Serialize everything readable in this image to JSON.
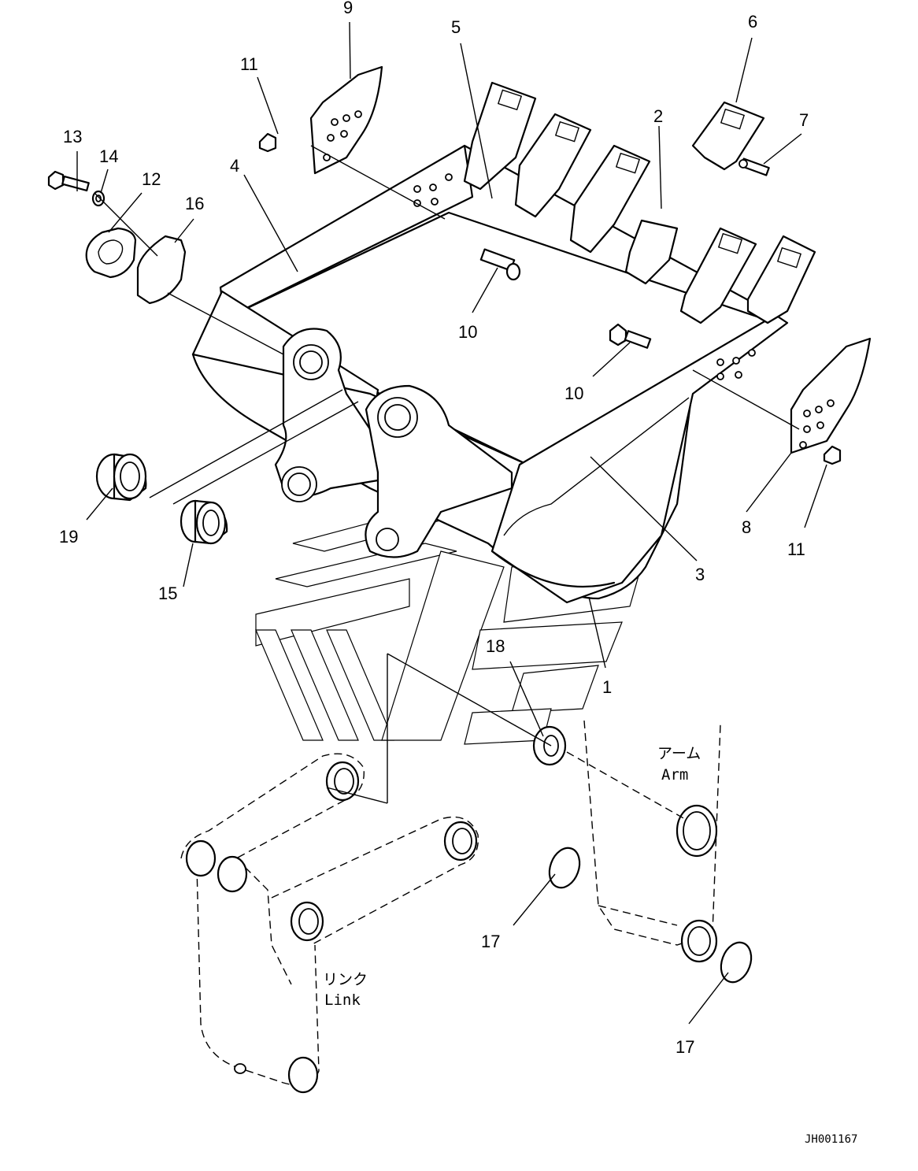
{
  "callouts": {
    "c1": "1",
    "c2": "2",
    "c3": "3",
    "c4": "4",
    "c5": "5",
    "c6": "6",
    "c7": "7",
    "c8": "8",
    "c9": "9",
    "c10a": "10",
    "c10b": "10",
    "c11a": "11",
    "c11b": "11",
    "c12": "12",
    "c13": "13",
    "c14": "14",
    "c15": "15",
    "c16": "16",
    "c17a": "17",
    "c17b": "17",
    "c18": "18",
    "c19": "19"
  },
  "labels": {
    "arm_jp": "アーム",
    "arm_en": "Arm",
    "link_jp": "リンク",
    "link_en": "Link"
  },
  "drawing_code": "JH001167"
}
